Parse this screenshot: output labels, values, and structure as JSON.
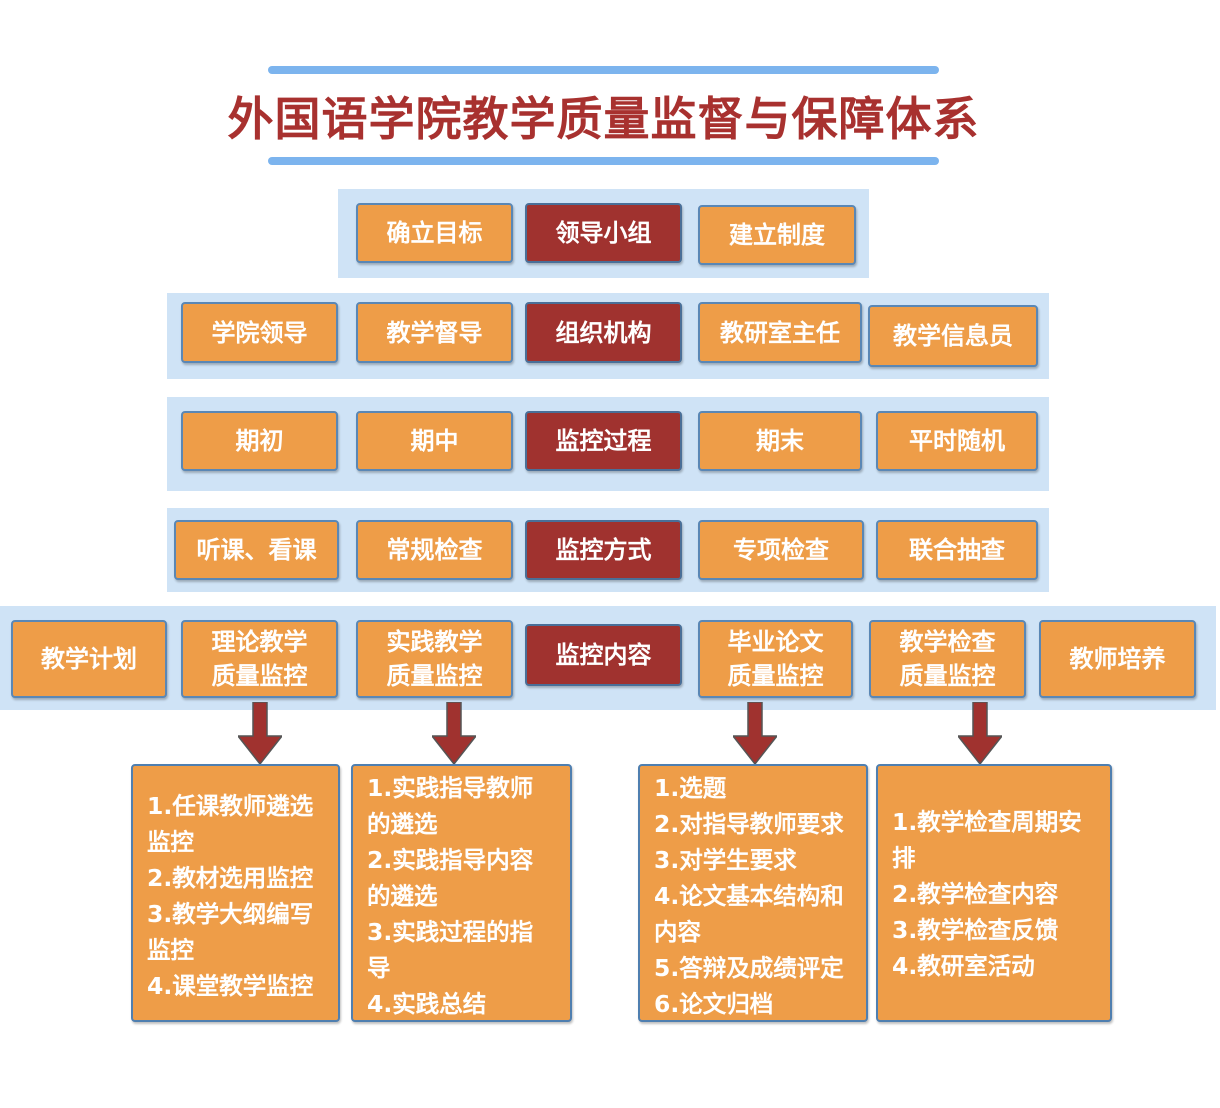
{
  "title": "外国语学院教学质量监督与保障体系",
  "colors": {
    "orange_box": "#ee9d48",
    "red_box": "#a0322f",
    "row_background": "#cfe3f6",
    "title_bar": "#7cb4ee",
    "title_text": "#a8312f",
    "arrow": "#a0322f"
  },
  "rows": [
    {
      "center": "领导小组",
      "items": [
        "确立目标",
        "建立制度"
      ]
    },
    {
      "center": "组织机构",
      "items": [
        "学院领导",
        "教学督导",
        "教研室主任",
        "教学信息员"
      ]
    },
    {
      "center": "监控过程",
      "items": [
        "期初",
        "期中",
        "期末",
        "平时随机"
      ]
    },
    {
      "center": "监控方式",
      "items": [
        "听课、看课",
        "常规检查",
        "专项检查",
        "联合抽查"
      ]
    },
    {
      "center": "监控内容",
      "items": [
        "教学计划",
        "理论教学\n质量监控",
        "实践教学\n质量监控",
        "毕业论文\n质量监控",
        "教学检查\n质量监控",
        "教师培养"
      ]
    }
  ],
  "details": [
    [
      "1.任课教师遴选",
      "监控",
      "2.教材选用监控",
      "3.教学大纲编写",
      "监控",
      "4.课堂教学监控"
    ],
    [
      "1.实践指导教师",
      "的遴选",
      "2.实践指导内容",
      "的遴选",
      "3.实践过程的指",
      "导",
      "4.实践总结"
    ],
    [
      "1.选题",
      "2.对指导教师要求",
      "3.对学生要求",
      "4.论文基本结构和",
      "内容",
      "5.答辩及成绩评定",
      "6.论文归档"
    ],
    [
      "1.教学检查周期安",
      "排",
      "2.教学检查内容",
      "3.教学检查反馈",
      "4.教研室活动"
    ]
  ]
}
